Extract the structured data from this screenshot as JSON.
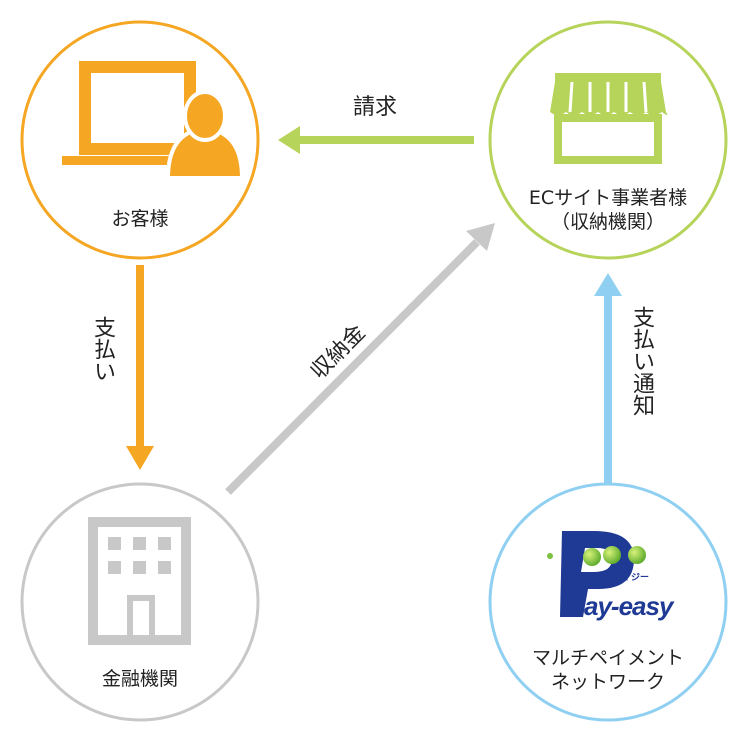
{
  "nodes": {
    "customer": {
      "label": "お客様",
      "color": "#f5a623"
    },
    "shop": {
      "line1": "ECサイト事業者様",
      "line2": "（収納機関）",
      "color": "#b6d35a"
    },
    "bank": {
      "label": "金融機関",
      "color": "#c8c8c8"
    },
    "payeasy": {
      "logo_text": "ay-easy",
      "logo_kana": "ペイジー",
      "line1": "マルチペイメント",
      "line2": "ネットワーク",
      "color": "#8fd0f2"
    }
  },
  "edges": {
    "invoice": {
      "label": "請求",
      "color": "#b6d35a"
    },
    "payment": {
      "label": "支払い",
      "color": "#f5a623"
    },
    "collection": {
      "label": "収納金",
      "color": "#c8c8c8"
    },
    "notification": {
      "label": "支払い通知",
      "color": "#8fd0f2"
    }
  },
  "logo_colors": {
    "navy": "#1f3a94",
    "green": "#7cc242"
  }
}
